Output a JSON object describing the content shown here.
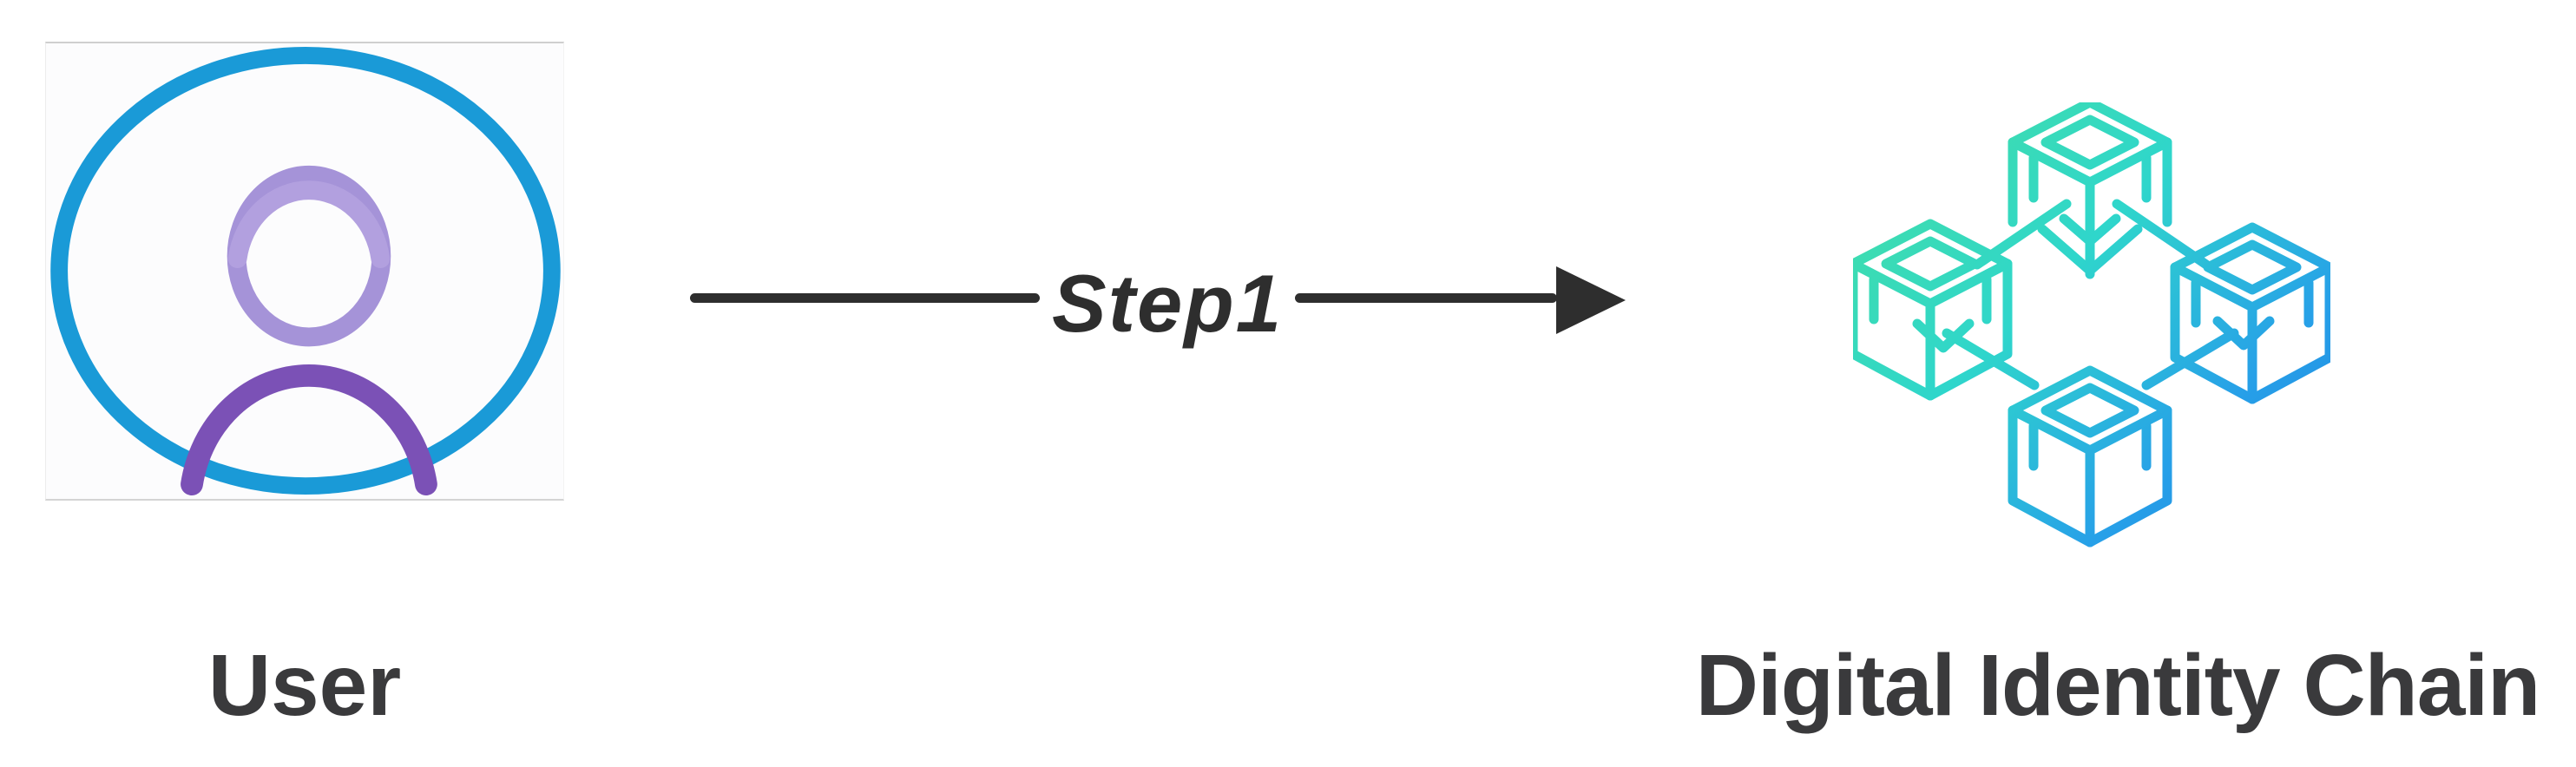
{
  "diagram": {
    "nodes": [
      {
        "id": "user",
        "label": "User",
        "icon": "user-icon"
      },
      {
        "id": "digital-identity-chain",
        "label": "Digital Identity Chain",
        "icon": "blockchain-icon"
      }
    ],
    "edges": [
      {
        "label": "Step1",
        "from": "user",
        "to": "digital-identity-chain",
        "direction": "right"
      }
    ],
    "colors": {
      "background": "#FFFFFF",
      "label_text": "#3A3A3C",
      "arrow": "#2E2E2E",
      "user_ring": "#1A9AD7",
      "user_head": "#A593D8",
      "user_head_highlight": "#B2A0DF",
      "user_shoulders": "#7B51B6",
      "image_border": "#CFCFCF",
      "chain_gradient": [
        "#45E0A1",
        "#2FD6CB",
        "#27A0E8",
        "#1C7FE0"
      ]
    }
  }
}
